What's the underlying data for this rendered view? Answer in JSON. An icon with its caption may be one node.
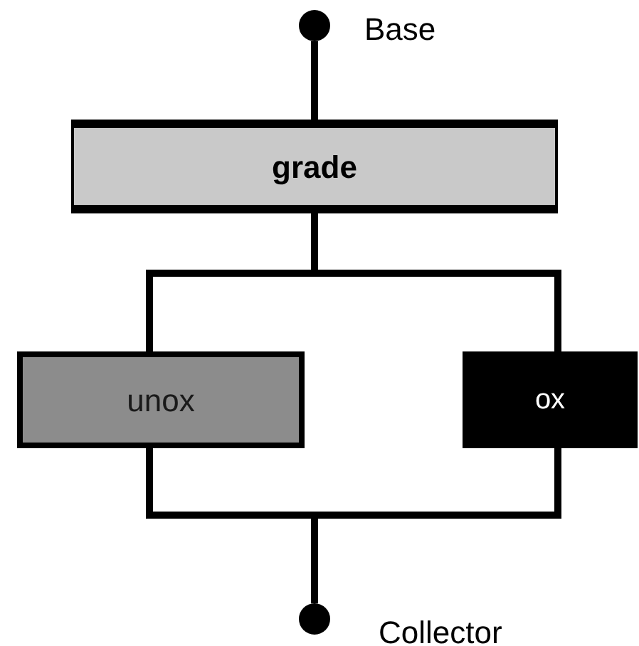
{
  "diagram": {
    "nodes": [
      {
        "text": [],
        "shape": "circle",
        "beside": [
          "Base"
        ]
      },
      {
        "text": [
          "grade"
        ]
      },
      {
        "text": [
          "unox"
        ]
      },
      {
        "text": [
          "ox"
        ]
      },
      {
        "text": [],
        "shape": "circle",
        "beside": [
          "Collector"
        ]
      }
    ],
    "edges": [
      {
        "from": 0,
        "to": 1,
        "arrow": "none"
      },
      {
        "from": 1,
        "to": 2,
        "arrow": "none"
      },
      {
        "from": 1,
        "to": 3,
        "arrow": "none"
      },
      {
        "from": 2,
        "to": 4,
        "arrow": "none"
      },
      {
        "from": 3,
        "to": 4,
        "arrow": "none"
      }
    ]
  }
}
